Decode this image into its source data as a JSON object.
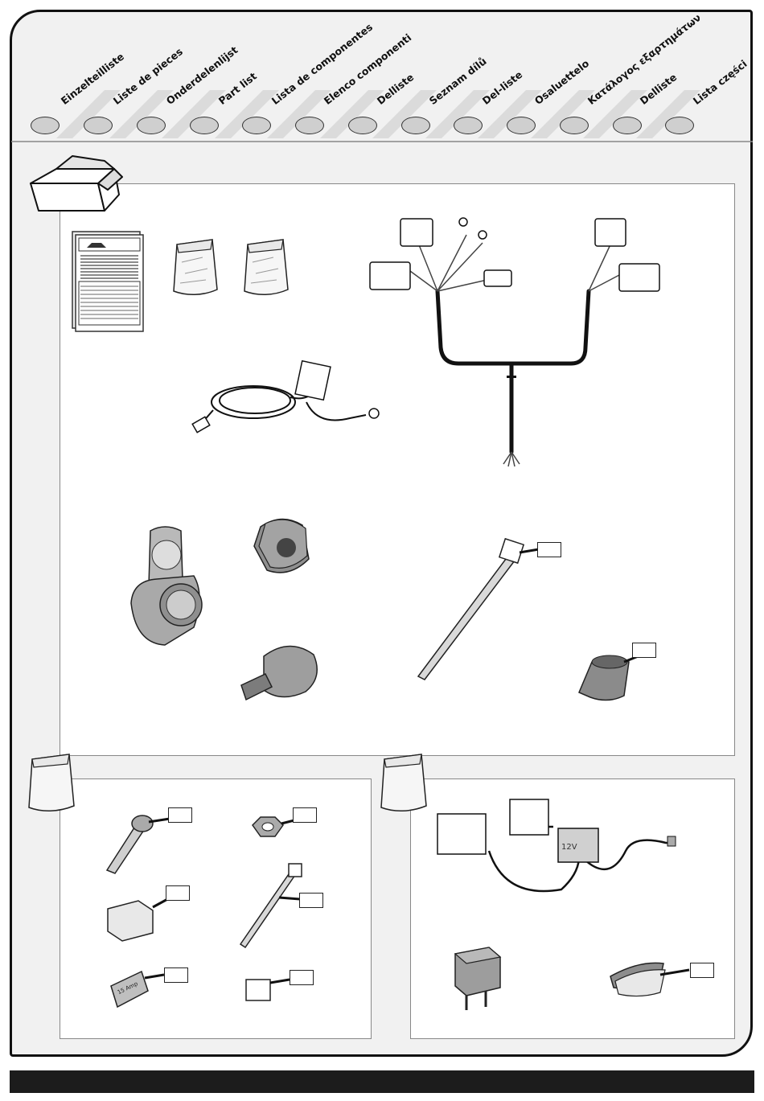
{
  "languages": [
    "Einzelteilliste",
    "Liste de pieces",
    "Onderdelenlijst",
    "Part list",
    "Lista de componentes",
    "Elenco componenti",
    "Delliste",
    "Seznam dílů",
    "Del-liste",
    "Osaluettelo",
    "Κατάλογος εξαρτημάτων",
    "Delliste",
    "Lista części"
  ],
  "relay_label": "12V",
  "fuse_label": "15 Amp",
  "colors": {
    "outline": "#111111",
    "panel_bg": "#f1f1f1",
    "paper": "#ffffff",
    "circle": "#cfcfcf",
    "bar": "#1c1c1c"
  }
}
